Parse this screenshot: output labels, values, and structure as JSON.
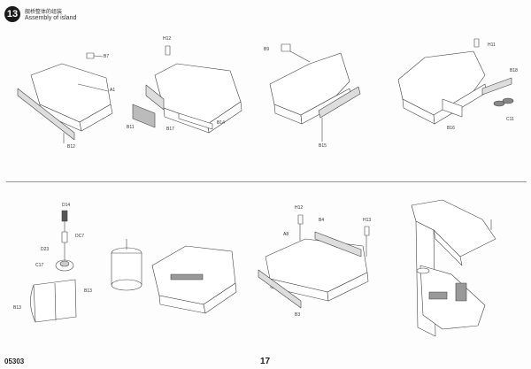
{
  "header": {
    "step_number": "13",
    "title_cn": "舰桥整体的组装",
    "title_en": "Assembly of island"
  },
  "top_panel": {
    "callouts": [
      "B7",
      "A1",
      "B12",
      "H12",
      "B11",
      "B17",
      "B14",
      "B9",
      "B15",
      "H11",
      "B18",
      "B16",
      "C11"
    ]
  },
  "bottom_panel": {
    "callouts": [
      "D14",
      "DC7",
      "D23",
      "C17",
      "B13",
      "B13",
      "H12",
      "B4",
      "H13",
      "A8",
      "B3"
    ]
  },
  "footer": {
    "product_code": "05303",
    "page_number": "17"
  }
}
